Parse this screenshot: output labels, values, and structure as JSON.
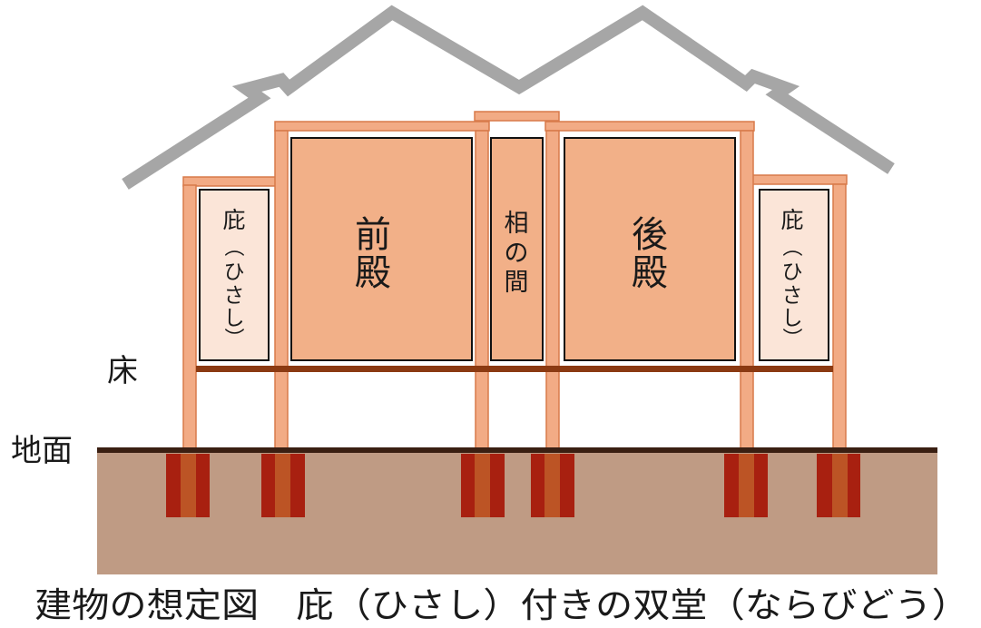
{
  "labels": {
    "floor": "床",
    "ground": "地面",
    "caption": "建物の想定図　庇（ひさし）付きの双堂（ならびどう）"
  },
  "rooms": {
    "eaves_left": [
      "庇",
      "（",
      "ひ",
      "さ",
      "し",
      "）"
    ],
    "front_hall": [
      "前",
      "殿"
    ],
    "middle_room": [
      "相",
      "の",
      "間"
    ],
    "rear_hall": [
      "後",
      "殿"
    ],
    "eaves_right": [
      "庇",
      "（",
      "ひ",
      "さ",
      "し",
      "）"
    ]
  },
  "colors": {
    "roof": "#a6a6a6",
    "timber": "#f2ab85",
    "timber_edge": "#d87a4a",
    "room_main": "#f2b088",
    "room_eaves": "#fbe5d8",
    "floor_beam": "#8b3a12",
    "soil": "#bf9b84",
    "ground_line": "#3a1f12",
    "foundation": "#a82010"
  }
}
